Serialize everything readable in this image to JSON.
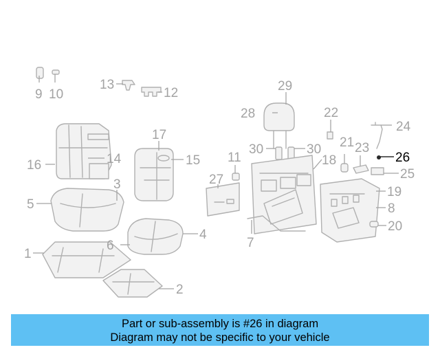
{
  "callouts": {
    "c1": "1",
    "c2": "2",
    "c3": "3",
    "c4": "4",
    "c5": "5",
    "c6": "6",
    "c7": "7",
    "c8": "8",
    "c9": "9",
    "c10": "10",
    "c11": "11",
    "c12": "12",
    "c13": "13",
    "c14": "14",
    "c15": "15",
    "c16": "16",
    "c17": "17",
    "c18": "18",
    "c19": "19",
    "c20": "20",
    "c21": "21",
    "c22": "22",
    "c23": "23",
    "c24": "24",
    "c25": "25",
    "c26": "26",
    "c27": "27",
    "c28": "28",
    "c29": "29",
    "c30a": "30",
    "c30b": "30"
  },
  "highlight": {
    "part_number": "26",
    "color": "#000000"
  },
  "banner": {
    "line1": "Part or sub-assembly is #26 in diagram",
    "line2": "Diagram may not be specific to your vehicle",
    "background": "#5ec0f3"
  }
}
